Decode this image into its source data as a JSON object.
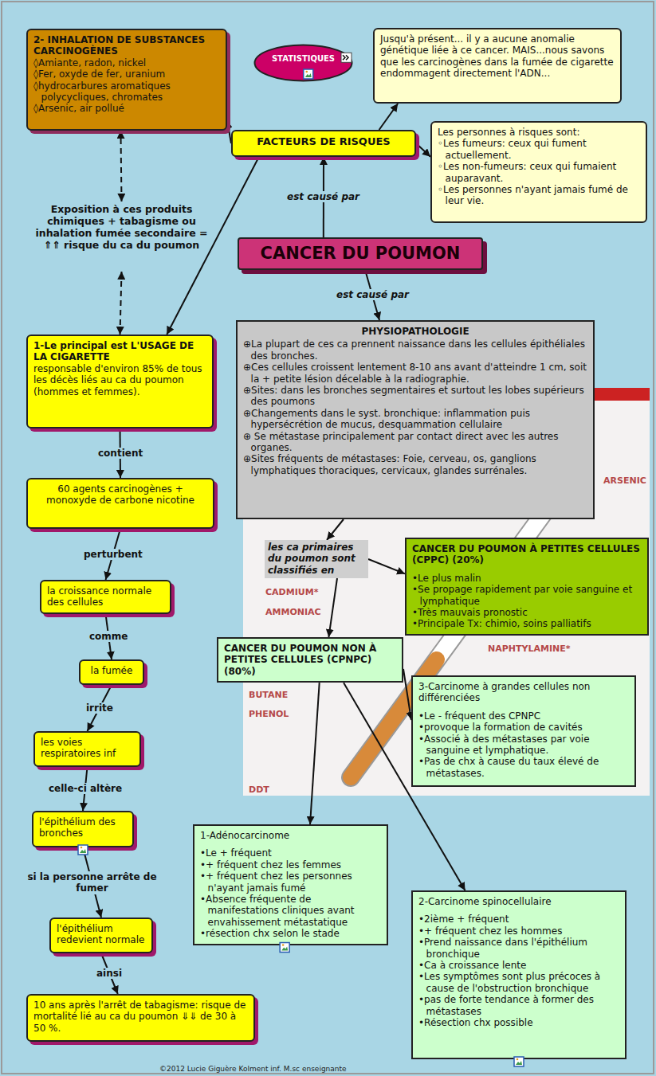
{
  "diagram": {
    "nodes": [
      {
        "text": [
          "2- INHALATION DE SUBSTANCES CARCINOGÈNES",
          "◊Amiante, radon, nickel",
          "◊Fer, oxyde de fer, uranium",
          "◊hydrocarbures aromatiques polycycliques, chromates",
          "◊Arsenic, air pollué"
        ]
      },
      {
        "text": [
          "STATISTIQUES"
        ]
      },
      {
        "text": [
          "Jusqu'à présent... il y a aucune anomalie génétique liée à ce cancer. MAIS...nous savons que les carcinogènes dans la fumée de cigarette endommagent directement l'ADN..."
        ]
      },
      {
        "text": [
          "FACTEURS DE RISQUES"
        ]
      },
      {
        "text": [
          "Les personnes à risques sont:",
          "◦Les fumeurs: ceux qui fument actuellement.",
          "◦Les non-fumeurs: ceux qui fumaient auparavant.",
          "◦Les personnes n'ayant jamais fumé de leur vie."
        ]
      },
      {
        "text": [
          "Exposition à ces produits chimiques + tabagisme ou inhalation fumée secondaire = ⇑⇑ risque du ca du poumon"
        ]
      },
      {
        "text": [
          "CANCER DU POUMON"
        ]
      },
      {
        "text": [
          "1-Le principal est L'USAGE DE LA CIGARETTE",
          "responsable d'environ 85% de tous les décès liés au ca du poumon (hommes et femmes)."
        ]
      },
      {
        "text": [
          "PHYSIOPATHOLOGIE",
          "⊕La plupart de ces ca prennent naissance dans les cellules épithéliales des bronches.",
          "⊕Ces cellules croissent lentement 8-10 ans avant d'atteindre 1 cm, soit la + petite lésion décelable à la radiographie.",
          "⊕Sites: dans les bronches segmentaires et surtout les lobes supérieurs des poumons",
          "⊕Changements dans le syst. bronchique: inflammation puis hypersécrétion de mucus, desquammation cellulaire",
          "⊕ Se métastase principalement par contact direct avec les autres organes.",
          "⊕Sites fréquents de métastases: Foie, cerveau, os, ganglions lymphatiques thoraciques, cervicaux, glandes surrénales."
        ]
      },
      {
        "text": [
          "les ca primaires du poumon sont classifiés en"
        ]
      },
      {
        "text": [
          "60 agents carcinogènes + monoxyde de carbone nicotine"
        ]
      },
      {
        "text": [
          "CANCER DU POUMON À PETITES CELLULES (CPPC) (20%)",
          "•Le plus malin",
          "•Se propage rapidement par voie sanguine et lymphatique",
          "•Très mauvais pronostic",
          "•Principale Tx: chimio, soins palliatifs"
        ]
      },
      {
        "text": [
          "la croissance normale des cellules"
        ]
      },
      {
        "text": [
          "CANCER DU POUMON NON À PETITES CELLULES (CPNPC) (80%)"
        ]
      },
      {
        "text": [
          "la fumée"
        ]
      },
      {
        "text": [
          "3-Carcinome à grandes cellules non différenciées",
          "•Le - fréquent des CPNPC",
          "•provoque la formation de cavités",
          "•Associé à des métastases par voie sanguine et lymphatique.",
          "•Pas de chx à cause du taux élevé de métastases."
        ]
      },
      {
        "text": [
          "les voies respiratoires inf"
        ]
      },
      {
        "text": [
          "l'épithélium des bronches"
        ]
      },
      {
        "text": [
          "1-Adénocarcinome",
          "•Le + fréquent",
          "•+ fréquent chez les femmes",
          "•+ fréquent chez les personnes n'ayant jamais fumé",
          "•Absence fréquente de manifestations cliniques avant envahissement métastatique",
          "•résection chx selon le stade"
        ]
      },
      {
        "text": [
          "l'épithélium redevient normale"
        ]
      },
      {
        "text": [
          "2-Carcinome spinocellulaire",
          "•2ième + fréquent",
          "•+ fréquent chez les hommes",
          "•Prend naissance dans l'épithélium bronchique",
          "•Ca à croissance lente",
          "•Les symptômes sont plus précoces à cause de l'obstruction bronchique",
          "•pas de forte tendance à former des métastases",
          "•Résection chx possible"
        ]
      },
      {
        "text": [
          "10 ans après l'arrêt de tabagisme: risque de mortalité lié au ca du poumon ⇓⇓ de 30 à 50 %."
        ]
      }
    ],
    "edges": [
      {
        "from": 6,
        "to": 3,
        "label": "est causé par",
        "arrow": "to"
      },
      {
        "from": 3,
        "to": 0,
        "arrow": "to"
      },
      {
        "from": 3,
        "to": 2,
        "arrow": "to"
      },
      {
        "from": 3,
        "to": 4,
        "arrow": "to"
      },
      {
        "from": 3,
        "to": 7,
        "arrow": "to"
      },
      {
        "from": 5,
        "to": 0,
        "arrow": "both"
      },
      {
        "from": 5,
        "to": 7,
        "arrow": "both"
      },
      {
        "from": 6,
        "to": 8,
        "label": "est causé par",
        "arrow": "to"
      },
      {
        "from": 8,
        "to": 9,
        "arrow": "to"
      },
      {
        "from": 9,
        "to": 11,
        "arrow": "to"
      },
      {
        "from": 9,
        "to": 13,
        "arrow": "to"
      },
      {
        "from": 13,
        "to": 15,
        "arrow": "to"
      },
      {
        "from": 13,
        "to": 18,
        "arrow": "to"
      },
      {
        "from": 13,
        "to": 20,
        "arrow": "to"
      },
      {
        "from": 7,
        "to": 10,
        "label": "contient",
        "arrow": "to"
      },
      {
        "from": 10,
        "to": 12,
        "label": "perturbent",
        "arrow": "to"
      },
      {
        "from": 12,
        "to": 14,
        "label": "comme",
        "arrow": "to"
      },
      {
        "from": 14,
        "to": 16,
        "label": "irrite",
        "arrow": "to"
      },
      {
        "from": 16,
        "to": 17,
        "label": "celle-ci altère",
        "arrow": "to"
      },
      {
        "from": 17,
        "to": 19,
        "label": "si la personne arrête de fumer",
        "arrow": "to"
      },
      {
        "from": 19,
        "to": 21,
        "label": "ainsi",
        "arrow": "to"
      }
    ],
    "labels": [
      "ARSENIC",
      "CADMIUM*",
      "AMMONIAC",
      "NAPHTYLAMINE*",
      "BUTANE",
      "PHENOL",
      "DDT",
      "©2012 Lucie Giguère Kolment inf. M.sc enseignante"
    ]
  }
}
